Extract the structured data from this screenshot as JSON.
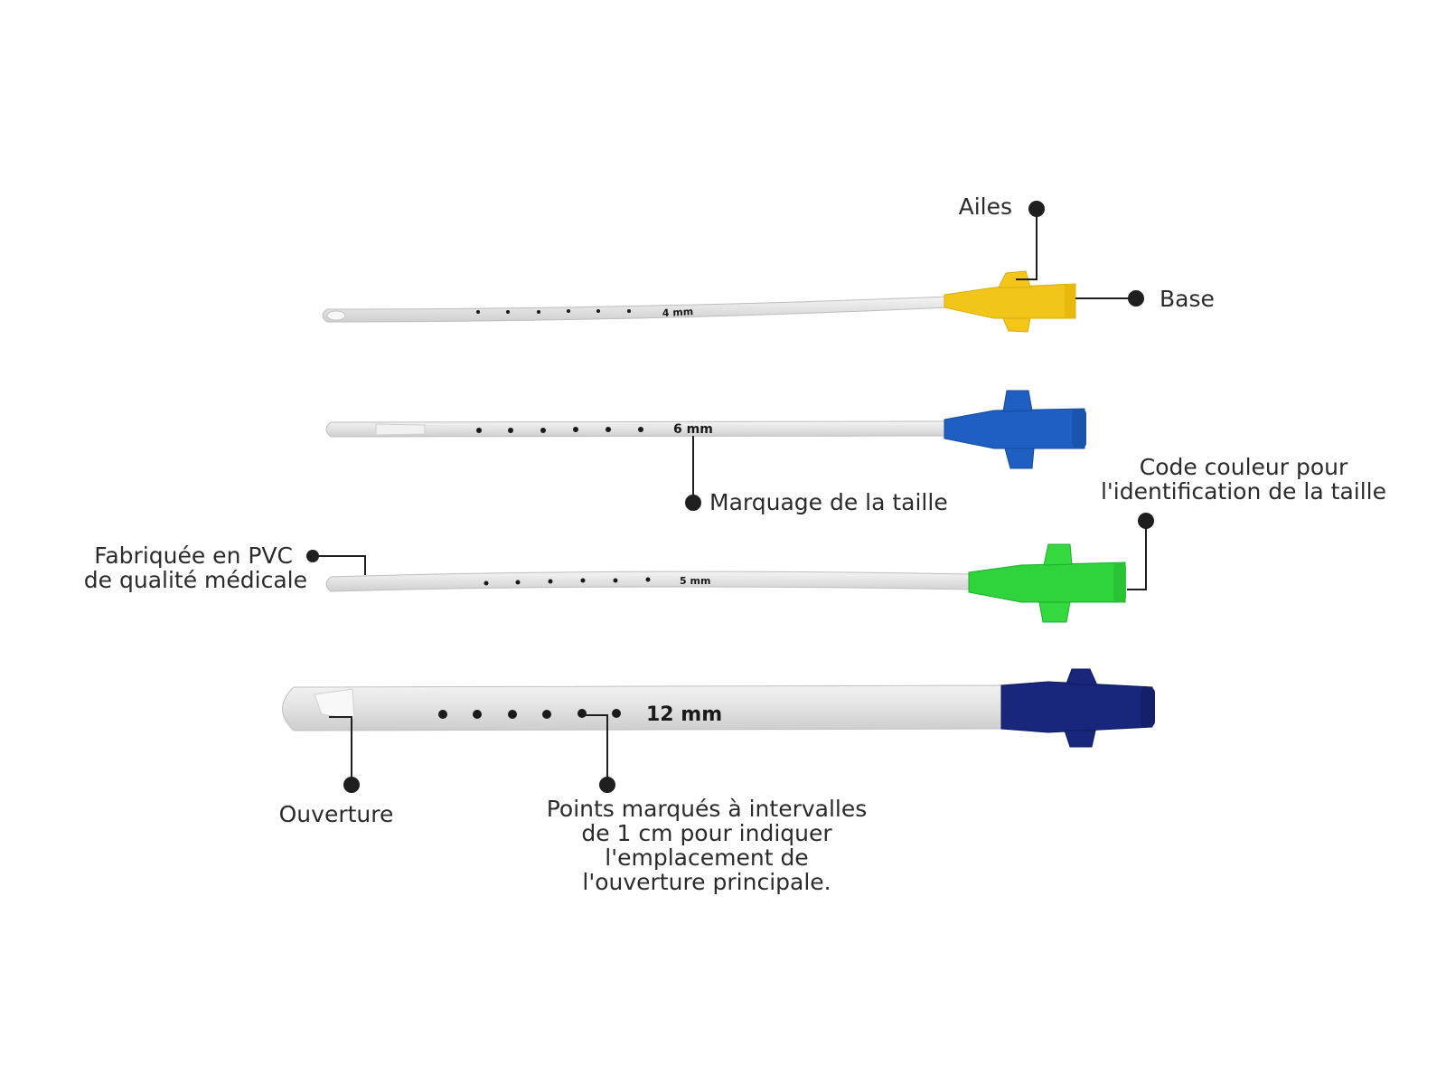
{
  "colors": {
    "tube": "#e6e6e6",
    "tube_shadow": "#c9c9c9",
    "base_yellow": "#f2c51a",
    "base_blue": "#1f5fc2",
    "base_green": "#2fd33b",
    "base_navy": "#18267c",
    "label_text": "#2b2b2b"
  },
  "catheters": [
    {
      "size_label": "4 mm",
      "base_color": "yellow"
    },
    {
      "size_label": "6 mm",
      "base_color": "blue"
    },
    {
      "size_label": "5 mm",
      "base_color": "green"
    },
    {
      "size_label": "12 mm",
      "base_color": "navy"
    }
  ],
  "annotations": {
    "ailes": "Ailes",
    "base": "Base",
    "marquage": "Marquage de la taille",
    "code_couleur_line1": "Code couleur pour",
    "code_couleur_line2": "l'identification de la taille",
    "pvc_line1": "Fabriquée en PVC",
    "pvc_line2": "de qualité médicale",
    "ouverture": "Ouverture",
    "points_line1": "Points marqués à intervalles",
    "points_line2": "de 1 cm pour indiquer",
    "points_line3": "l'emplacement de",
    "points_line4": "l'ouverture principale."
  }
}
